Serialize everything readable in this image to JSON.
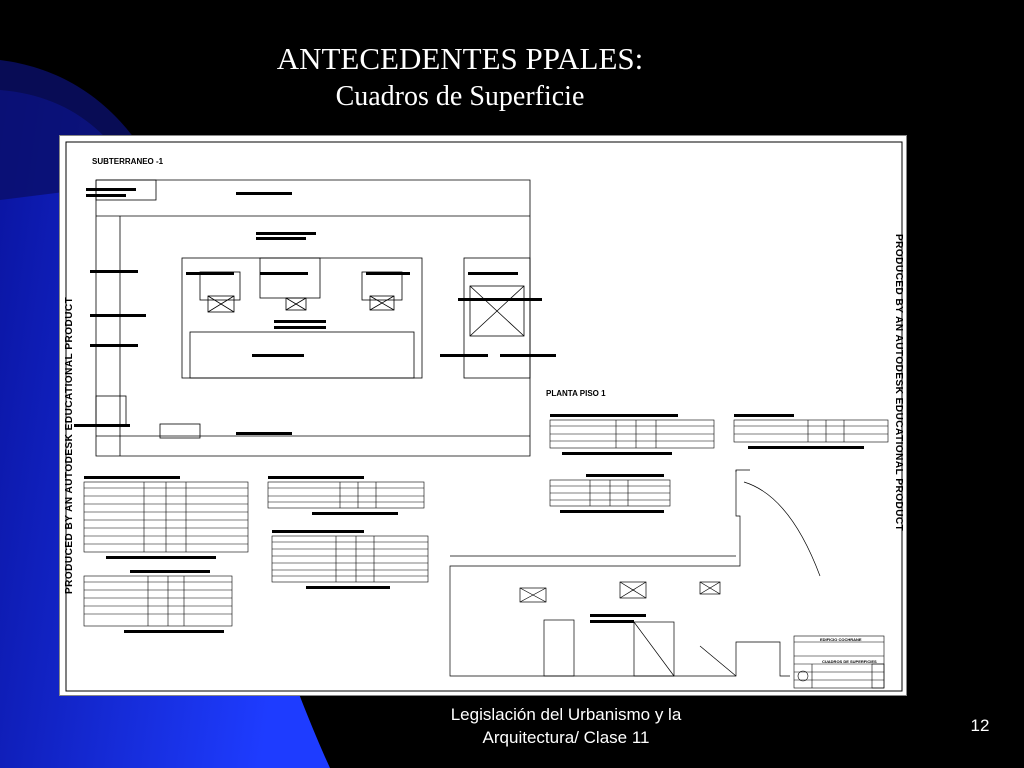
{
  "slide": {
    "title_line1": "ANTECEDENTES PPALES:",
    "title_line2": "Cuadros de Superficie",
    "footer_line1": "Legislación del Urbanismo y la",
    "footer_line2": "Arquitectura/ Clase 11",
    "page_number": "12"
  },
  "drawing": {
    "subterraneo_label": "SUBTERRANEO -1",
    "planta_piso_label": "PLANTA PISO 1",
    "watermark_left": "PRODUCED BY AN AUTODESK EDUCATIONAL PRODUCT",
    "watermark_right": "PRODUCED BY AN AUTODESK EDUCATIONAL PRODUCT",
    "title_block_project": "EDIFICIO COCHRANE",
    "title_block_sheet": "CUADROS DE SUPERFICIES"
  },
  "colors": {
    "background": "#000000",
    "swoosh_blue": "#1e3cff",
    "text": "#ffffff",
    "drawing_bg": "#ffffff"
  }
}
